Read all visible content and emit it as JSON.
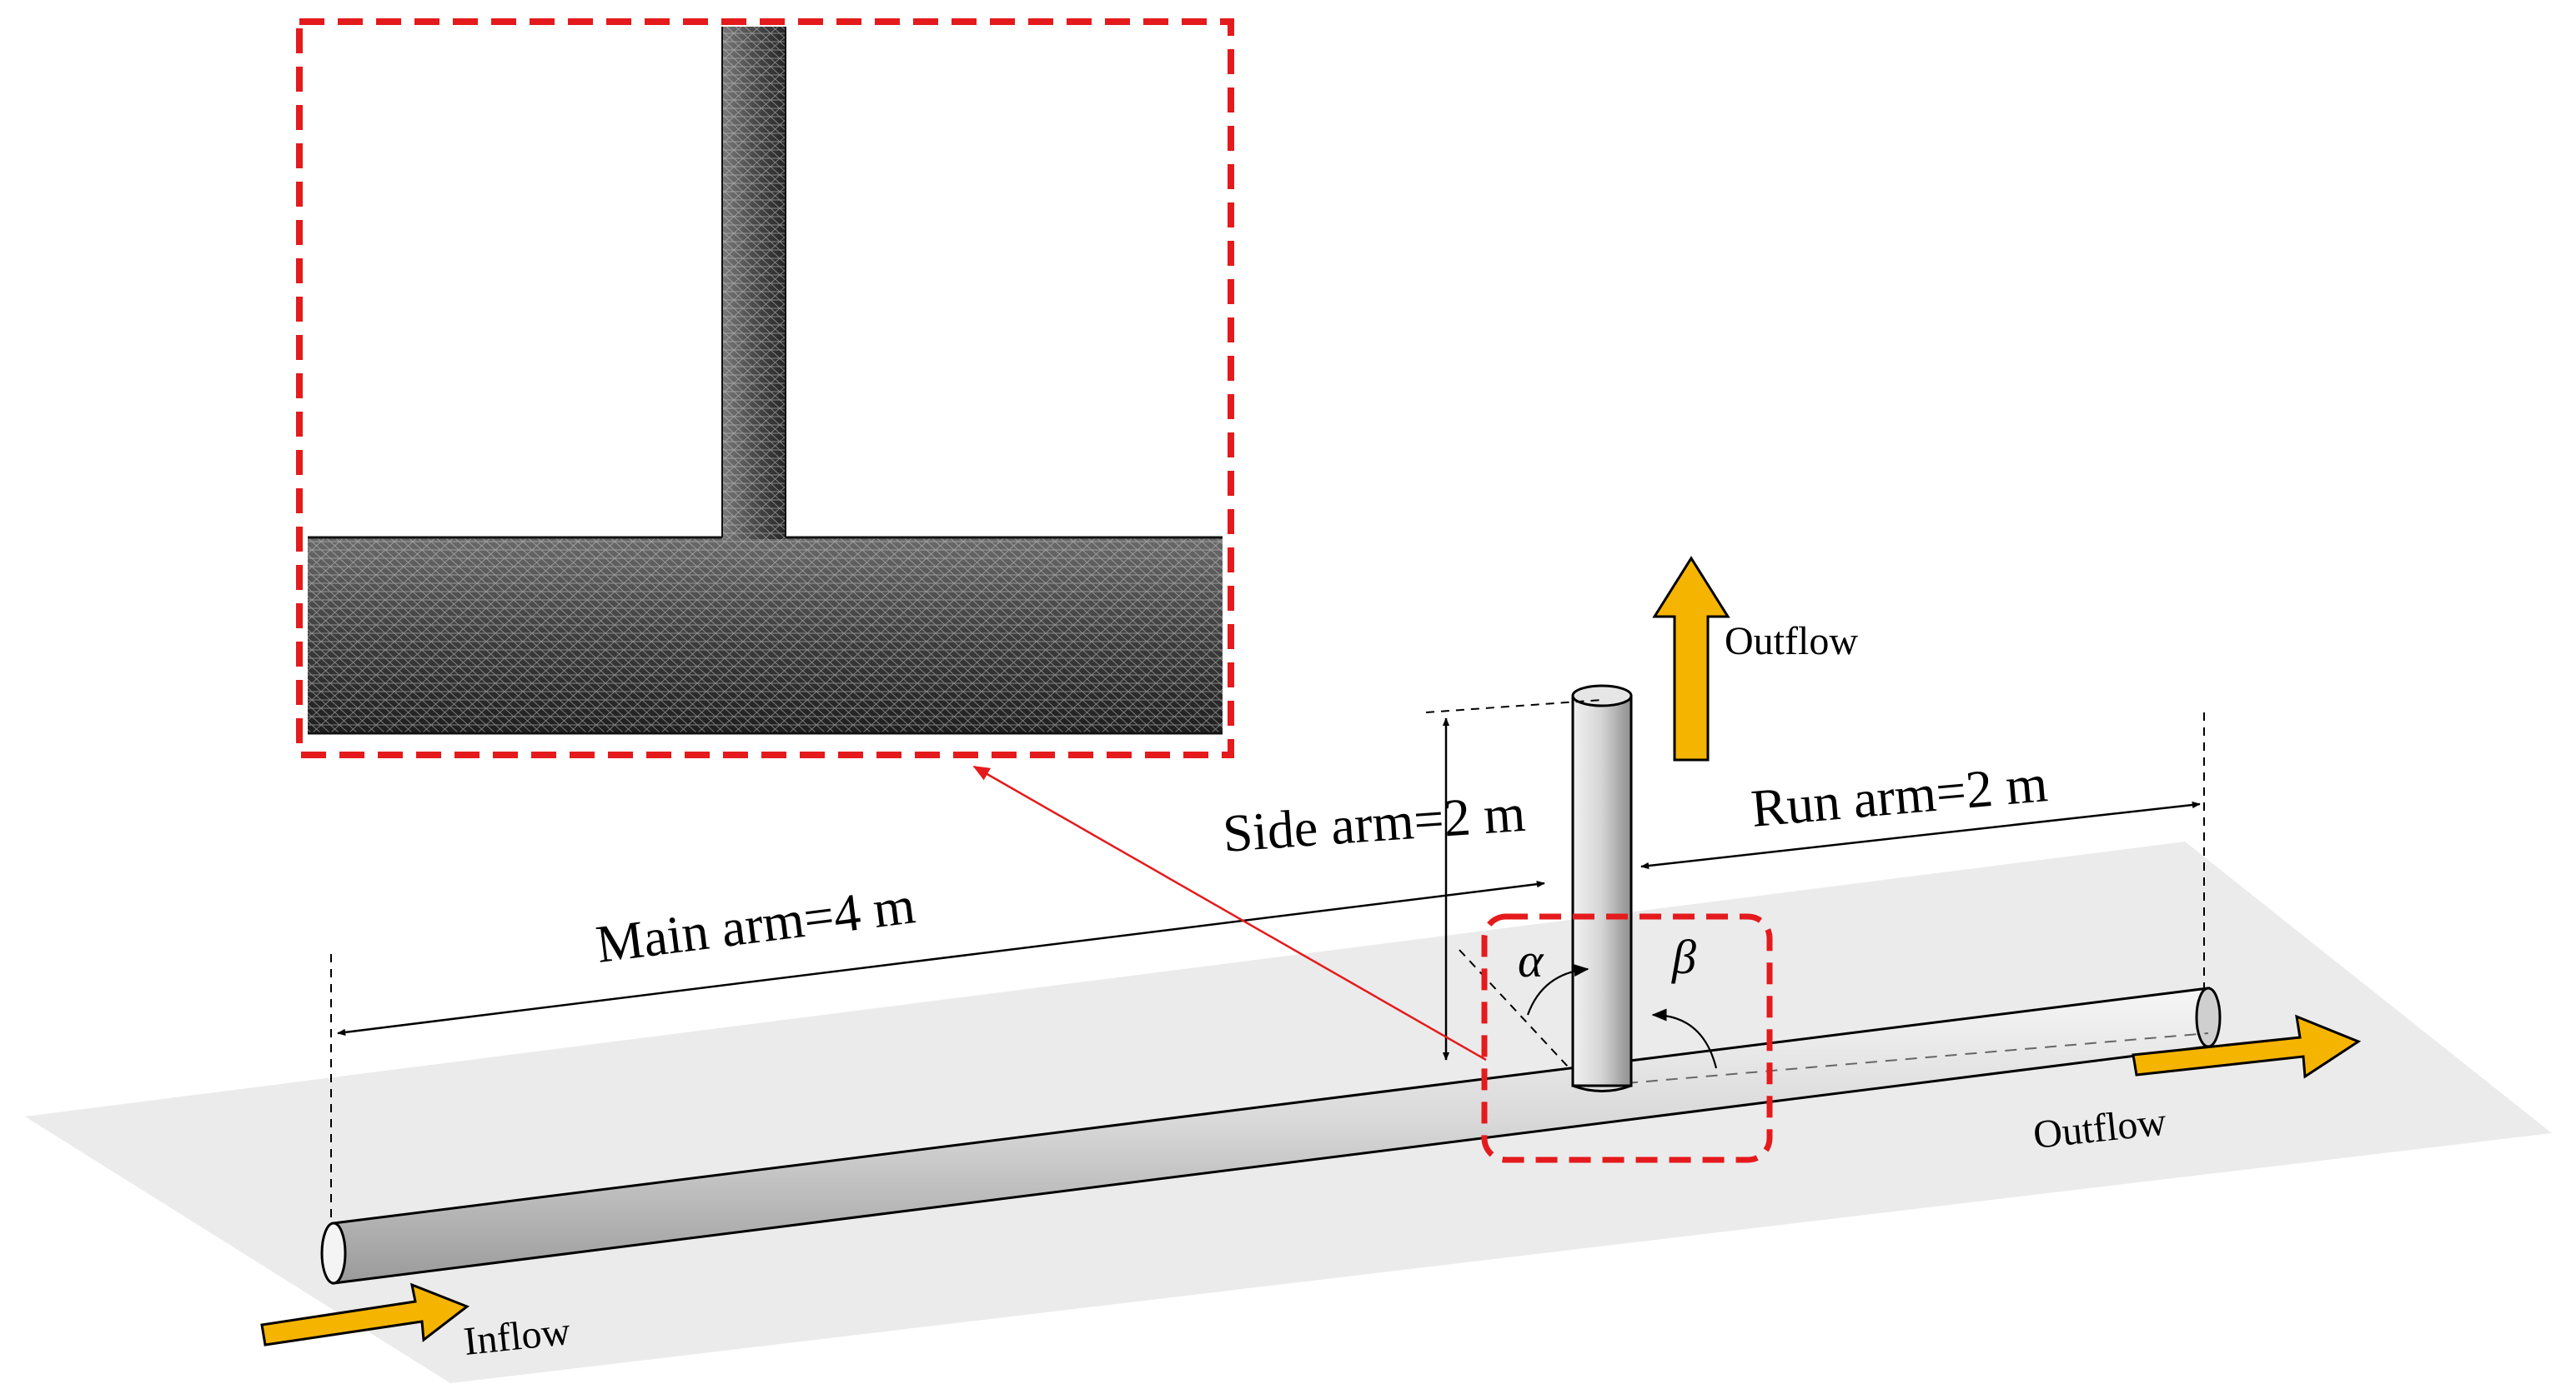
{
  "labels": {
    "main_arm": "Main arm=4 m",
    "side_arm": "Side arm=2 m",
    "run_arm": "Run arm=2 m",
    "outflow_top": "Outflow",
    "outflow_right": "Outflow",
    "inflow": "Inflow",
    "alpha": "α",
    "beta": "β"
  },
  "colors": {
    "arrow_fill": "#f5b400",
    "highlight": "#e41a1c",
    "ground": "#ebebeb",
    "mesh": "#4a4a4a",
    "pipe_light": "#f4f4f4",
    "pipe_dark": "#9e9e9e"
  },
  "icons": {
    "flow_arrow": "block-arrow",
    "zoom_box": "dashed-rectangle"
  }
}
